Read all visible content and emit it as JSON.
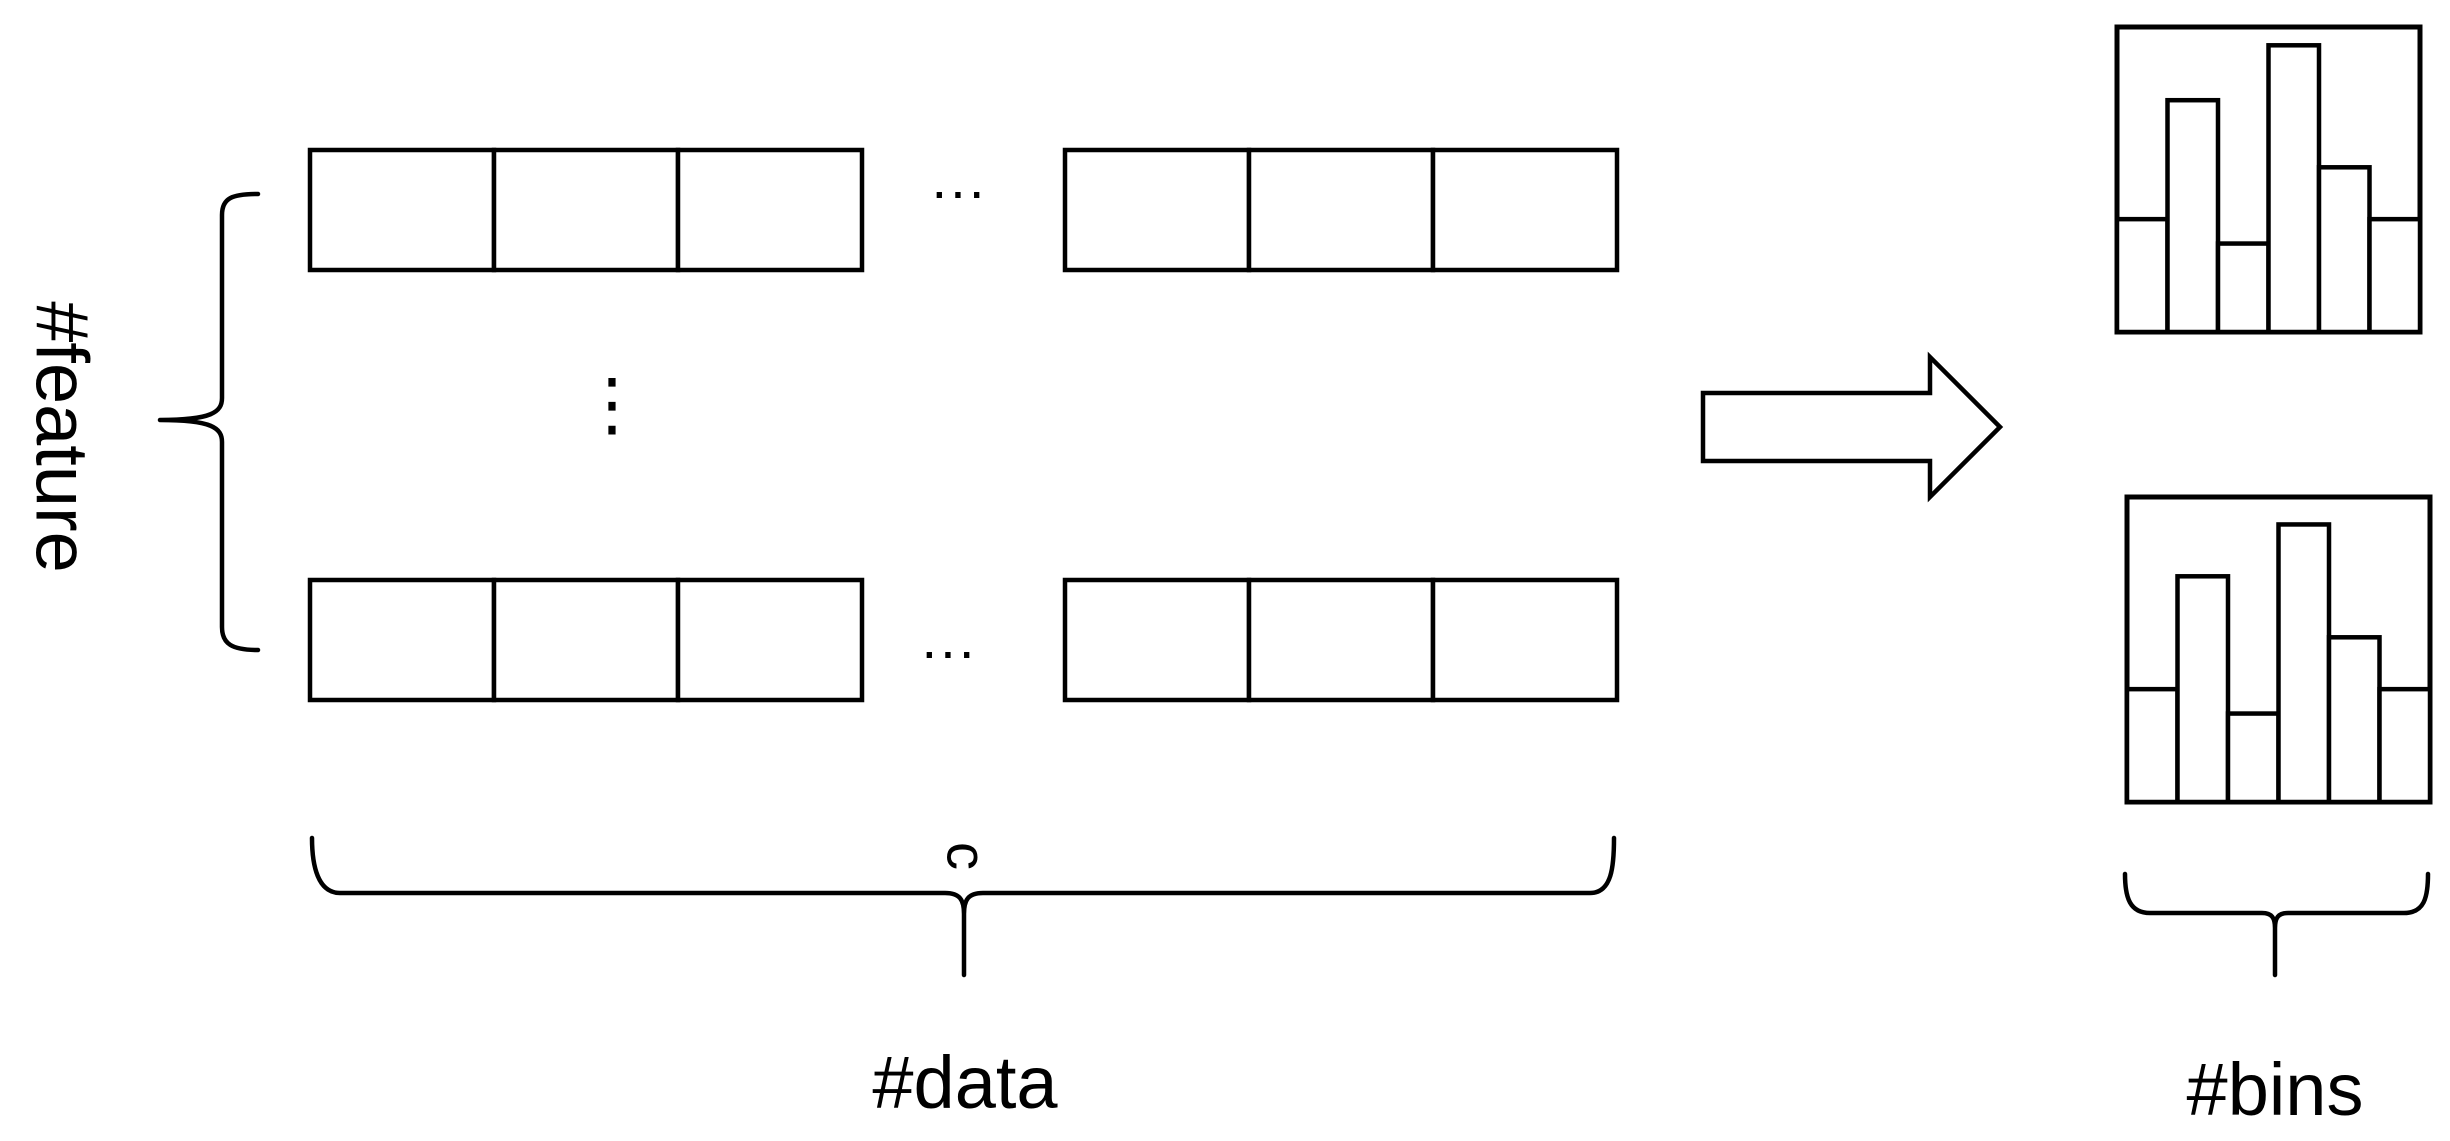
{
  "labels": {
    "feature": "#feature",
    "data": "#data",
    "bins": "#bins",
    "brace_letter": "c"
  },
  "ellipsis": {
    "horizontal": "···",
    "vertical": "⋮"
  },
  "matrix": {
    "rows_shown": 2,
    "left_cells_per_row": 3,
    "right_cells_per_row": 3
  },
  "histograms": [
    {
      "bins": [
        0.37,
        0.76,
        0.29,
        0.94,
        0.54,
        0.37
      ]
    },
    {
      "bins": [
        0.37,
        0.74,
        0.29,
        0.91,
        0.54,
        0.37
      ]
    }
  ],
  "colors": {
    "stroke": "#000000",
    "background": "#ffffff"
  }
}
